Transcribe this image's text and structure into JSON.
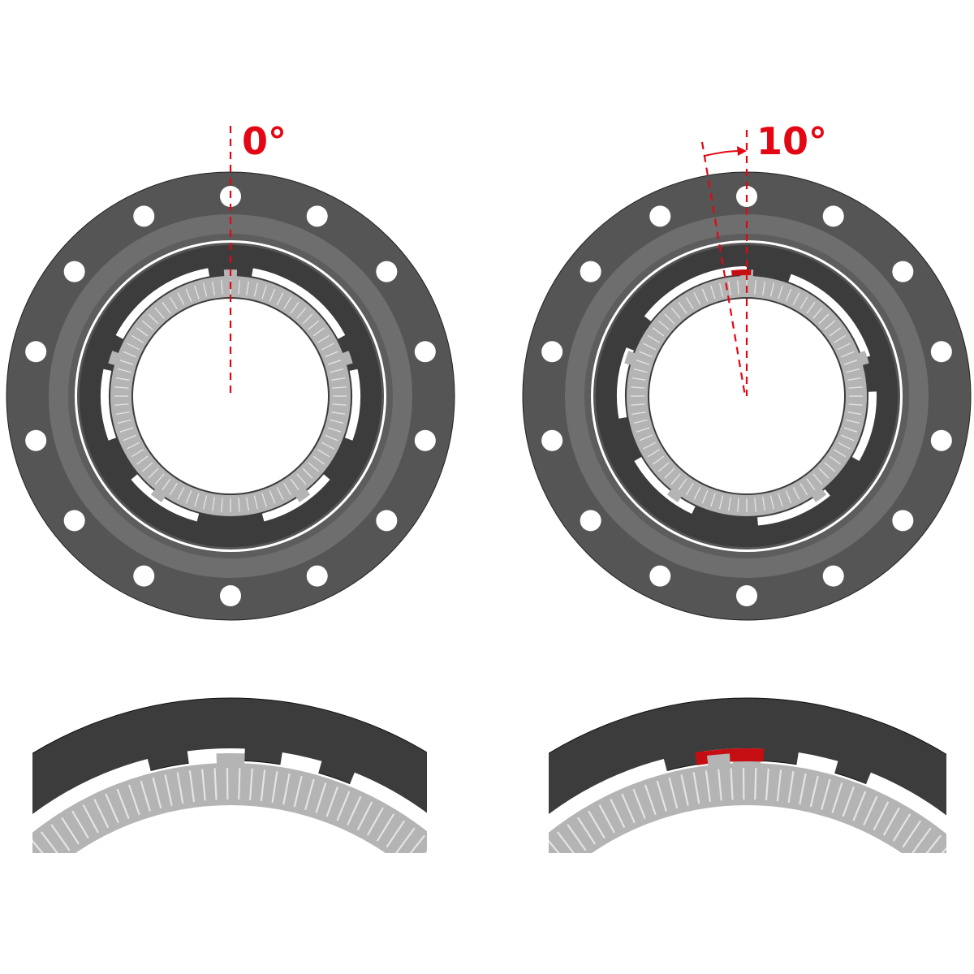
{
  "figures": [
    {
      "id": "aligned",
      "angle_label": "0°",
      "offset_degrees": 0
    },
    {
      "id": "offset",
      "angle_label": "10°",
      "offset_degrees": 10
    }
  ],
  "colors": {
    "outer_flange": "#555555",
    "flange_ring": "#6e6e6e",
    "carrier": "#3c3c3c",
    "spline_ring": "#b4b4b4",
    "marker": "#e30613",
    "highlight": "#c40e12"
  },
  "bolt_hole_count": 14
}
